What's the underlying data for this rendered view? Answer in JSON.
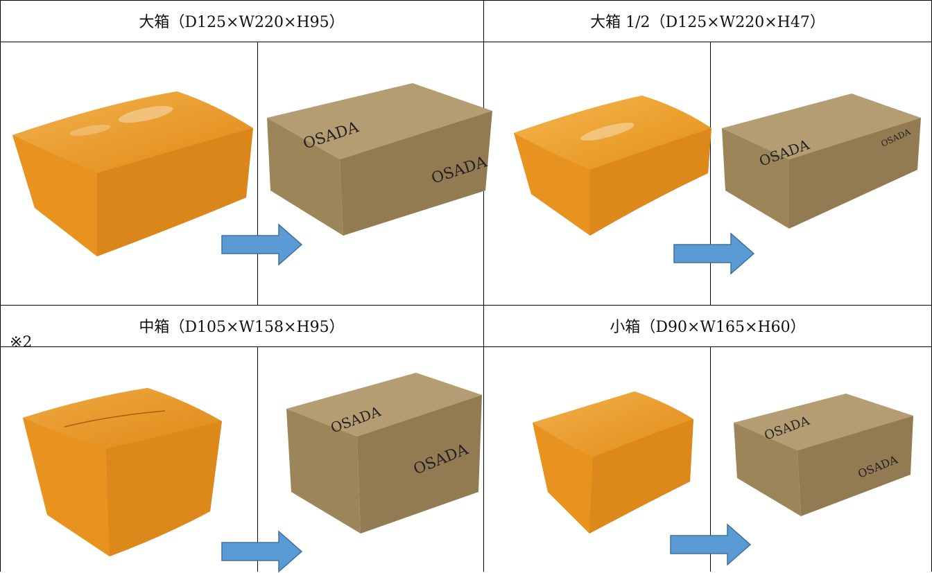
{
  "cells": [
    {
      "title": "大箱（D125×W220×H95）"
    },
    {
      "title": "大箱 1/2（D125×W220×H47）"
    },
    {
      "title": "中箱（D105×W158×H95）",
      "note": "※2"
    },
    {
      "title": "小箱（D90×W165×H60）"
    }
  ],
  "logo_text": "OSADA",
  "colors": {
    "orange_top": "#eea13a",
    "orange_front": "#e58e1c",
    "orange_side": "#d67f14",
    "kraft_top": "#b19a6f",
    "kraft_front": "#9a8357",
    "kraft_side": "#8c7650",
    "arrow": "#5b9bd5",
    "arrow_edge": "#41719c",
    "grid": "#000000"
  }
}
